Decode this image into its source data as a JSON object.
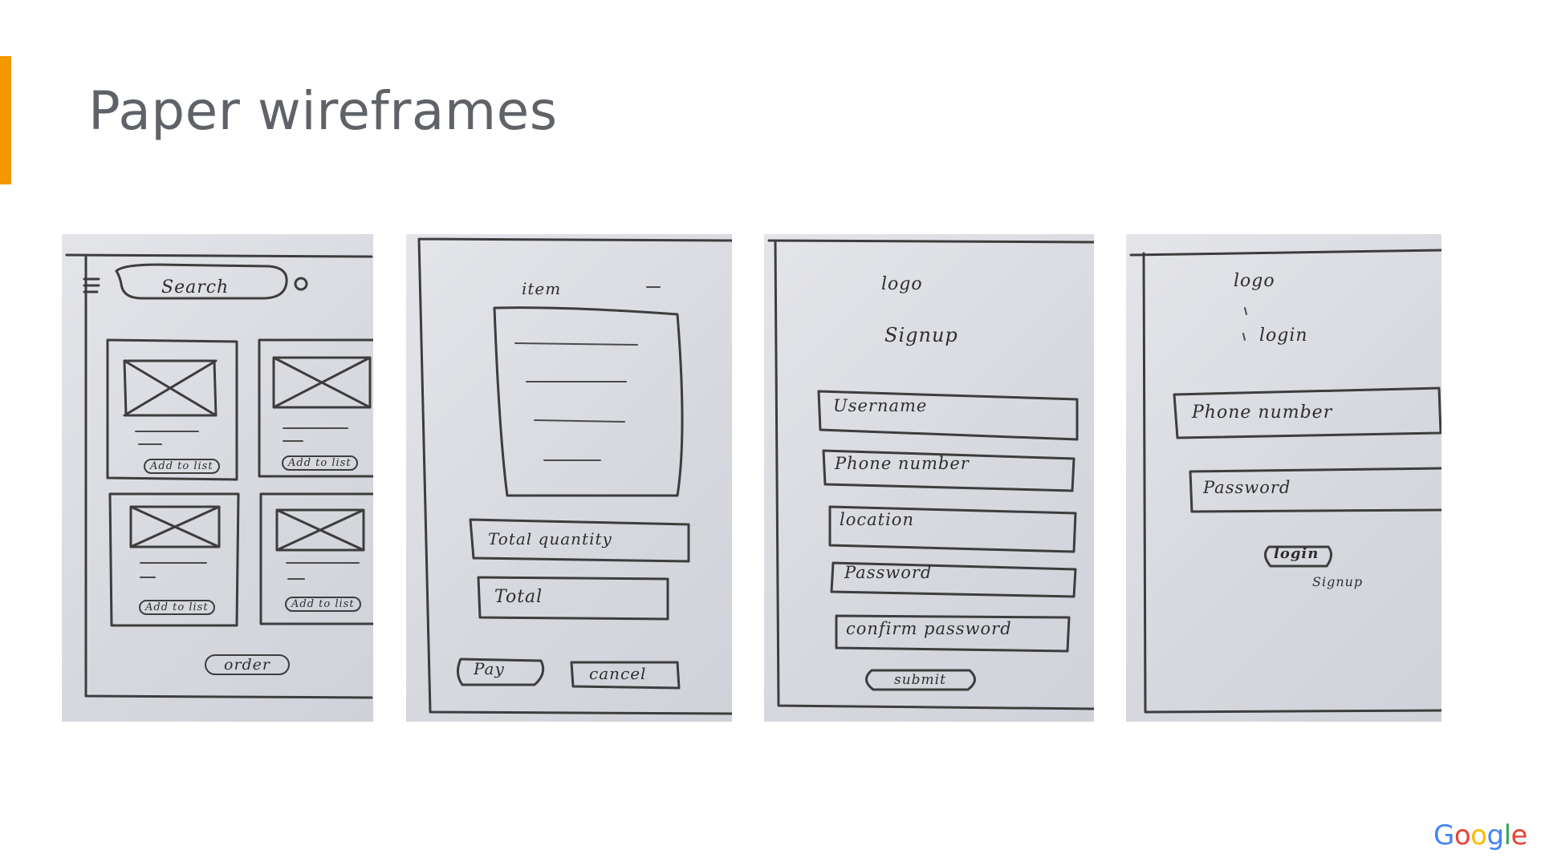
{
  "slide": {
    "title": "Paper wireframes",
    "accent_color": "#f29900",
    "title_color": "#5f6368"
  },
  "wireframes": {
    "shop": {
      "search": "Search",
      "add_buttons": [
        "Add to list",
        "Add to list",
        "Add to list",
        "Add to list"
      ],
      "order_button": "order"
    },
    "checkout": {
      "heading": "item",
      "quantity_field": "Total quantity",
      "total_field": "Total",
      "pay_button": "Pay",
      "cancel_button": "cancel"
    },
    "signup": {
      "logo": "logo",
      "heading": "Signup",
      "fields": [
        "Username",
        "Phone number",
        "location",
        "Password",
        "confirm password"
      ],
      "submit_button": "submit"
    },
    "login": {
      "logo": "logo",
      "heading": "login",
      "fields": [
        "Phone number",
        "Password"
      ],
      "login_button": "login",
      "signup_link": "Signup"
    }
  },
  "footer": {
    "logo_letters": [
      "G",
      "o",
      "o",
      "g",
      "l",
      "e"
    ],
    "logo_colors": [
      "#4285f4",
      "#ea4335",
      "#fbbc05",
      "#4285f4",
      "#34a853",
      "#ea4335"
    ]
  }
}
